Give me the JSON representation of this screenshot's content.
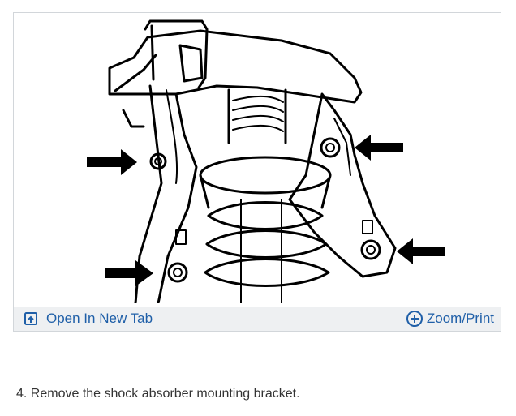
{
  "figure": {
    "open_tab_label": "Open In New Tab",
    "zoom_label": "Zoom/Print",
    "icons": {
      "open_tab": "open-in-new-tab-icon",
      "zoom": "plus-circle-icon"
    },
    "link_color": "#1f5fa8",
    "caption_bar_color": "#eef0f2"
  },
  "instruction": {
    "step_text": "4. Remove the shock absorber mounting bracket."
  }
}
